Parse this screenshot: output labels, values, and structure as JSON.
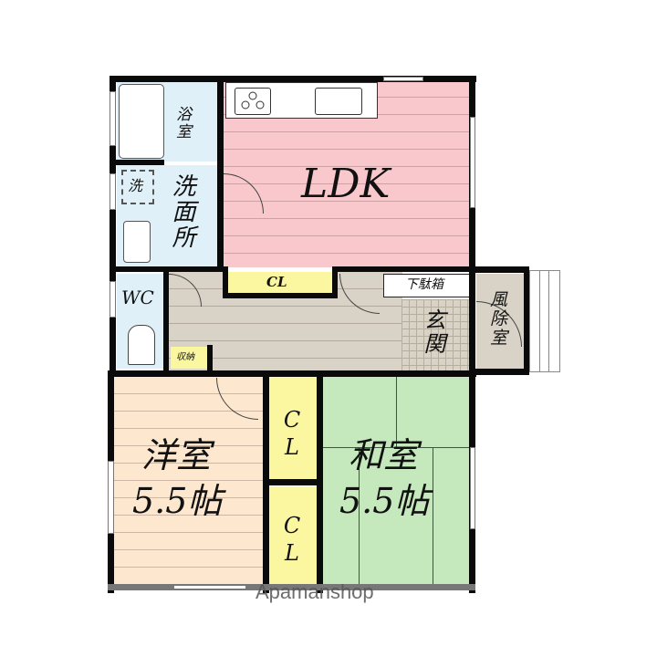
{
  "floorplan": {
    "rooms": {
      "ldk": {
        "label": "LDK",
        "color": "#f9c8cc"
      },
      "bath": {
        "label": "浴室",
        "color": "#dff0f9"
      },
      "washroom": {
        "label": "洗面所",
        "color": "#dff0f9"
      },
      "washer": {
        "label": "洗"
      },
      "wc": {
        "label": "WC",
        "color": "#dff0f9"
      },
      "hall_closet": {
        "label": "CL",
        "color": "#fbf6a0"
      },
      "storage": {
        "label": "収納",
        "color": "#fbf6a0"
      },
      "shoe_box": {
        "label": "下駄箱"
      },
      "entrance": {
        "label": "玄関"
      },
      "windbreak": {
        "label": "風除室",
        "color": "#d8d3c6"
      },
      "western_room": {
        "label": "洋室",
        "size": "5.5帖",
        "color": "#fde7cf"
      },
      "closet_upper": {
        "label": "CL",
        "color": "#fbf6a0"
      },
      "closet_lower": {
        "label": "CL",
        "color": "#fbf6a0"
      },
      "japanese_room": {
        "label": "和室",
        "size": "5.5帖",
        "color": "#c5e9bc"
      },
      "hallway": {
        "color": "#d8d3c6"
      }
    },
    "fixtures": {
      "stove": "stove-icon",
      "sink": "sink-icon",
      "bathtub": "bathtub-icon",
      "wash_basin": "wash-basin-icon",
      "toilet": "toilet-icon"
    }
  },
  "watermark": "Apamanshop"
}
